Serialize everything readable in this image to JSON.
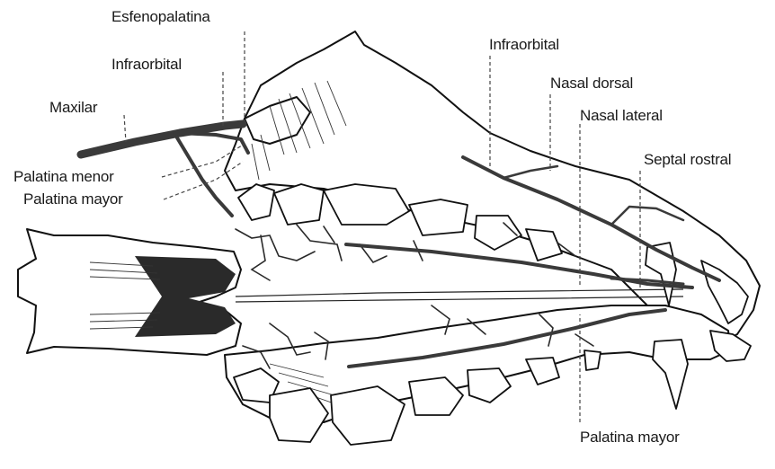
{
  "labels": {
    "esfenopalatina": "Esfenopalatina",
    "infraorbital_left": "Infraorbital",
    "maxilar": "Maxilar",
    "palatina_menor": "Palatina menor",
    "palatina_mayor_left": "Palatina mayor",
    "infraorbital_right": "Infraorbital",
    "nasal_dorsal": "Nasal dorsal",
    "nasal_lateral": "Nasal lateral",
    "septal_rostral": "Septal rostral",
    "palatina_mayor_bottom": "Palatina mayor"
  },
  "colors": {
    "artery": "#3a3a3a",
    "outline": "#111111",
    "background": "#ffffff"
  }
}
